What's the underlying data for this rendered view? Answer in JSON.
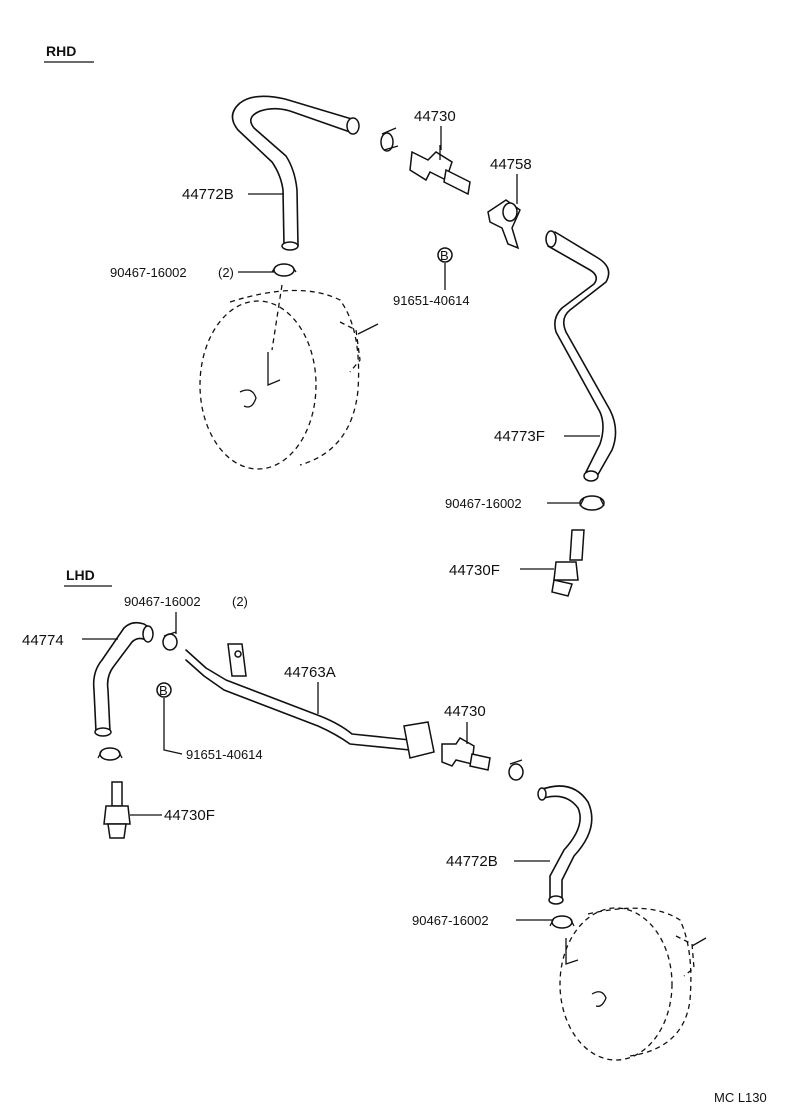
{
  "sections": {
    "rhd": "RHD",
    "lhd": "LHD"
  },
  "rhd_labels": {
    "check_valve": "44730",
    "bracket": "44758",
    "hose_b": "44772B",
    "clip_2": "90467-16002",
    "clip_2_qty": "(2)",
    "marker_b": "B",
    "clamp": "91651-40614",
    "hose_f": "44773F",
    "clip": "90467-16002",
    "union_f": "44730F"
  },
  "lhd_labels": {
    "clip_2": "90467-16002",
    "clip_2_qty": "(2)",
    "hose": "44774",
    "pipe": "44763A",
    "marker_b": "B",
    "clamp": "91651-40614",
    "check_valve": "44730",
    "union_f": "44730F",
    "hose_b": "44772B",
    "clip": "90467-16002"
  },
  "footer": {
    "code": "MC L130"
  }
}
